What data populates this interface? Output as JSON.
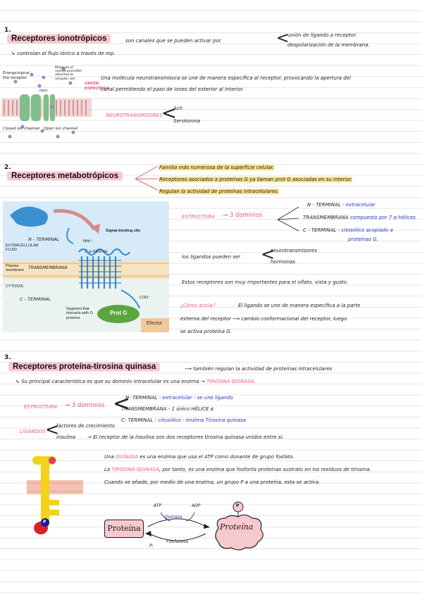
{
  "s1": {
    "num": "1.",
    "title": "Receptores ionotrópicos",
    "intro": "son canales que se pueden activar por",
    "opt1": "unión de ligando a receptor.",
    "opt2": "despolarización de la membrana.",
    "line2": "↳ controlan el flujo iónico a través de mp.",
    "desc1": "Una molécula neurotransmisora se une de manera específica al receptor, provocando la apertura del",
    "desc2": "canal permitiendo el paso de iones del exterior al interior.",
    "nt_label": "NEUROTRANSMISORES",
    "nt1": "Ach",
    "nt2": "Serotonina",
    "fig": {
      "l1": "Energy/signal",
      "l2": "the receptor",
      "l3": "Molecule of neurotransmitter attached to receptor site",
      "l4": "Ions",
      "l5": "Closed ion channel",
      "l6": "Open ion channel",
      "l7": "UNIÓN",
      "l8": "ESPECÍFICA"
    }
  },
  "s2": {
    "num": "2.",
    "title": "Receptores metabotrópicos",
    "b1": "Familia más numerosa de la superficie celular.",
    "b2": "Receptores asociados a proteínas G ya llaman prot G asociadas en su interior.",
    "b3": "Regulan la actividad de proteínas intracelulares.",
    "estr": "ESTRUCTURA",
    "arrow_dom": "→ 3 dominios",
    "d1a": "N - TERMINAL",
    "d1b": "- extracelular",
    "d2a": "TRANSMEMBRANA",
    "d2b": "compuesto por 7 α-hélices",
    "d3a": "C - TERMINAL",
    "d3b": "- citosólico acoplado a",
    "d3c": "proteínas G.",
    "lig": "los ligandos pueden ser",
    "lig1": "neurotransmisores",
    "lig2": "hormonas",
    "imp": "Estos receptores son muy importantes para el olfato, vista y gusto.",
    "q": "¿Cómo actúa?",
    "act1": "El ligando se une de manera específica a la parte",
    "act2": "externa del receptor ⟶ cambio conformacional del receptor, luego",
    "act3": "se activa proteína G.",
    "fig": {
      "nterm": "N - TERMINAL",
      "sig": "Signal-binding site",
      "extra": "EXTRACELLULAR FLUID",
      "nh": "NH₂⁺",
      "alfa": "7 α-hélices",
      "plasma": "Plasma membrane",
      "trans": "TRANSMEMBRANA",
      "cyto": "CYTOSOL",
      "cterm": "C - TERMINAL",
      "coo": "COO⁻",
      "seg": "Segment that interacts with G proteins",
      "protg": "Prot G",
      "efector": "Efector"
    }
  },
  "s3": {
    "num": "3.",
    "title": "Receptores proteína-tirosina quinasa",
    "t_arrow": "⟶ también regulan la actividad de proteínas intracelulares",
    "char_pre": "↳ Su principal característica es que su dominio intracelular es una enzima →",
    "char_tk": "TIROSINA QUINASA.",
    "estr": "ESTRUCTURA",
    "arrow_dom": "→ 3 dominios",
    "d1a": "N- TERMINAL",
    "d1b": "- extracelular",
    "d1c": "- se une ligando",
    "d2a": "TRANSMEMBRANA",
    "d2b": "- 1 único HÉLICE α",
    "d3a": "C- TERMINAL",
    "d3b": "- citosólico - enzima Tirosina quinasa",
    "lig": "LIGANDOS",
    "lig1": "factores de crecimiento",
    "lig2": "insulina",
    "lig2b": "→ El receptor de la insulina son dos receptores tirosina quinasa unidos entre sí.",
    "k1a": "Una",
    "k1b": "QUINASA",
    "k1c": "es una enzima que usa el ATP como donante de grupo fosfato.",
    "k2a": "La",
    "k2b": "TIROSINA QUINASA",
    "k2c": ", por tanto, es una enzima que fosforila proteínas sustrato en los residuos de tirosina.",
    "k3": "Cuando se añade, por medio de una enzima, un grupo P a una proteína, esta se activa.",
    "fig": {
      "p": "P",
      "atp": "ATP",
      "adp": "ADP",
      "quinasa": "Quinasa",
      "fosfatasa": "Fosfatasa",
      "pi": "Pᵢ",
      "prot1": "Proteína",
      "prot2": "Proteína",
      "pcircle": "P"
    }
  },
  "colors": {
    "pink_hl": "#f7c9cf",
    "yellow_hl": "#fbe27a",
    "pink_text": "#e85b7a",
    "blue_text": "#2233bb",
    "membrane": "#d98a8a",
    "receptor_blue": "#3a8fcf",
    "protg_green": "#5aa63c",
    "tk_yellow": "#f2d21b"
  }
}
